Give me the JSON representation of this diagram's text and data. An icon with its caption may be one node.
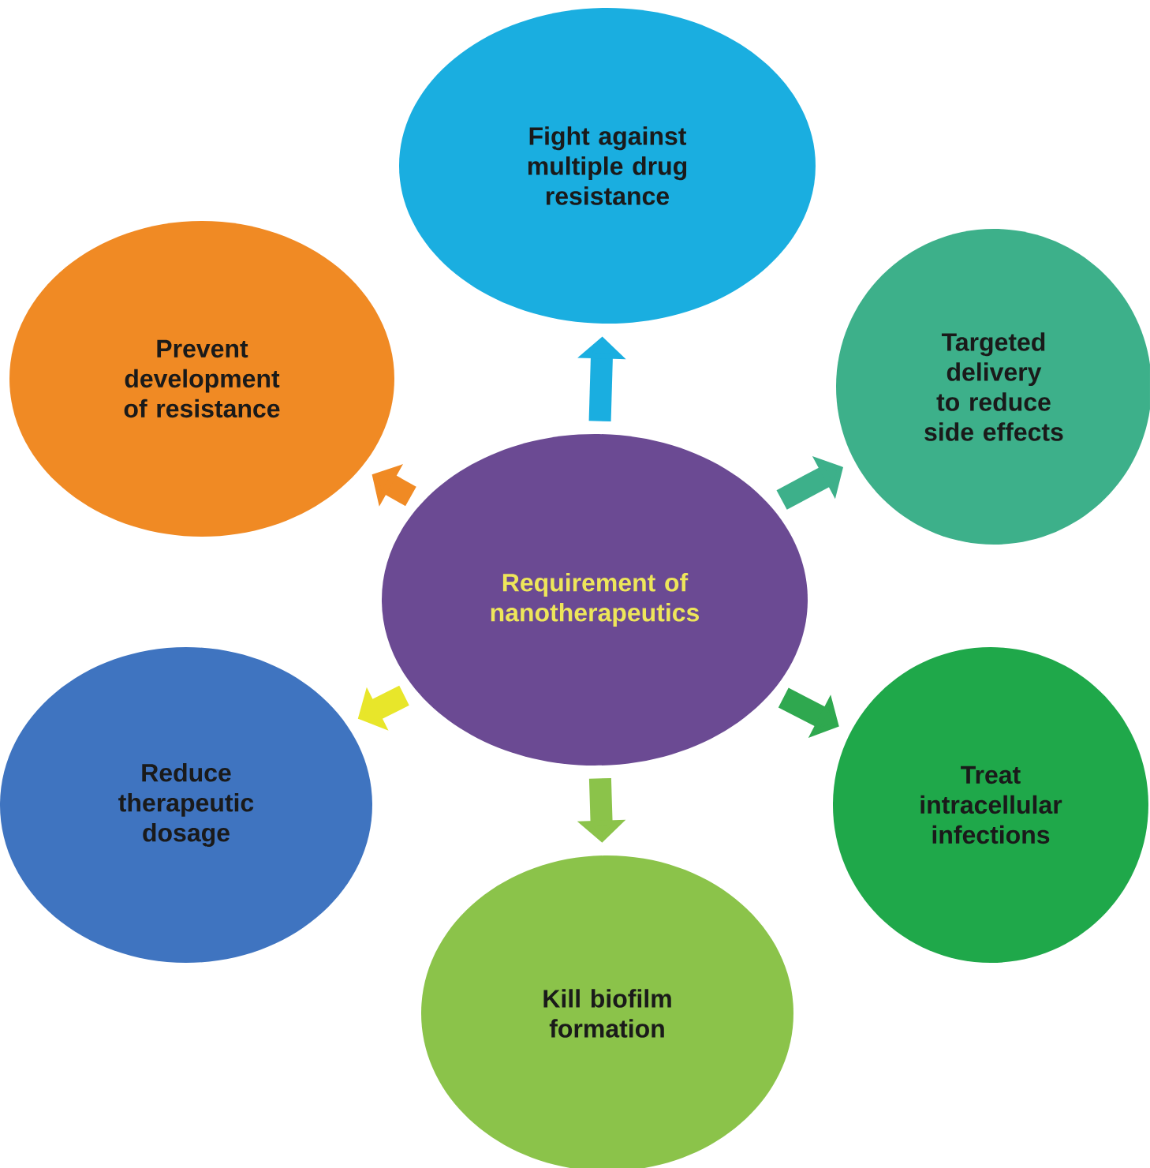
{
  "diagram": {
    "nodes": [
      {
        "text": [
          "Requirement of nanotherapeutics"
        ]
      },
      {
        "text": [
          "Fight against multiple drug resistance"
        ]
      },
      {
        "text": [
          "Targeted delivery to reduce side effects"
        ]
      },
      {
        "text": [
          "Treat intracellular infections"
        ]
      },
      {
        "text": [
          "Kill biofilm formation"
        ]
      },
      {
        "text": [
          "Reduce therapeutic dosage"
        ]
      },
      {
        "text": [
          "Prevent development of resistance"
        ]
      }
    ],
    "edges": [
      {
        "from": 0,
        "to": 1,
        "arrow": "to",
        "color": "#1aaee0"
      },
      {
        "from": 0,
        "to": 2,
        "arrow": "to",
        "color": "#3db08a"
      },
      {
        "from": 0,
        "to": 3,
        "arrow": "to",
        "color": "#2fa84f"
      },
      {
        "from": 0,
        "to": 4,
        "arrow": "to",
        "color": "#8bc34a"
      },
      {
        "from": 0,
        "to": 5,
        "arrow": "to",
        "color": "#e8e62a"
      },
      {
        "from": 0,
        "to": 6,
        "arrow": "to",
        "color": "#f08a24"
      }
    ]
  }
}
